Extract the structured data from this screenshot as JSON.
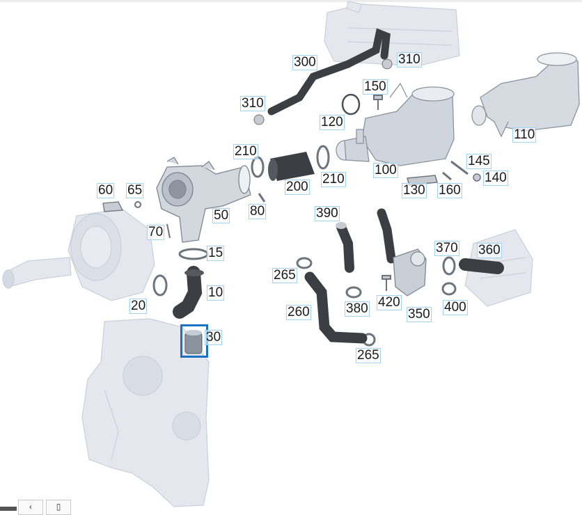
{
  "diagram": {
    "callouts": [
      {
        "id": "c300",
        "text": "300"
      },
      {
        "id": "c310a",
        "text": "310"
      },
      {
        "id": "c310b",
        "text": "310"
      },
      {
        "id": "c150",
        "text": "150"
      },
      {
        "id": "c120",
        "text": "120"
      },
      {
        "id": "c110",
        "text": "110"
      },
      {
        "id": "c210a",
        "text": "210"
      },
      {
        "id": "c210b",
        "text": "210"
      },
      {
        "id": "c200",
        "text": "200"
      },
      {
        "id": "c100",
        "text": "100"
      },
      {
        "id": "c145",
        "text": "145"
      },
      {
        "id": "c140",
        "text": "140"
      },
      {
        "id": "c130",
        "text": "130"
      },
      {
        "id": "c160",
        "text": "160"
      },
      {
        "id": "c60",
        "text": "60"
      },
      {
        "id": "c65",
        "text": "65"
      },
      {
        "id": "c50",
        "text": "50"
      },
      {
        "id": "c80",
        "text": "80"
      },
      {
        "id": "c70",
        "text": "70"
      },
      {
        "id": "c390",
        "text": "390"
      },
      {
        "id": "c370",
        "text": "370"
      },
      {
        "id": "c360",
        "text": "360"
      },
      {
        "id": "c15",
        "text": "15"
      },
      {
        "id": "c265a",
        "text": "265"
      },
      {
        "id": "c10",
        "text": "10"
      },
      {
        "id": "c20",
        "text": "20"
      },
      {
        "id": "c380",
        "text": "380"
      },
      {
        "id": "c420",
        "text": "420"
      },
      {
        "id": "c400",
        "text": "400"
      },
      {
        "id": "c350",
        "text": "350"
      },
      {
        "id": "c260",
        "text": "260"
      },
      {
        "id": "c30",
        "text": "30"
      },
      {
        "id": "c265b",
        "text": "265"
      }
    ],
    "selected_callout": "30",
    "colors": {
      "highlight": "#1a72c4",
      "callout_border": "#9fd3ee",
      "ghost_part": "#dde3ea",
      "hose": "#3b3f44"
    }
  },
  "controls": {
    "btn1_icon": "‹",
    "btn2_icon": "▯"
  }
}
